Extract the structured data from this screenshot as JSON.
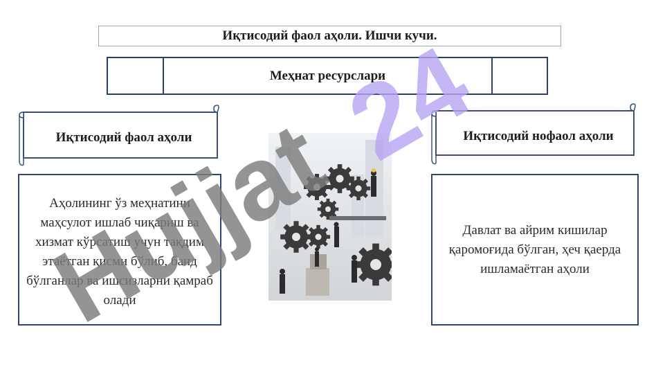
{
  "title": "Иқтисодий фаол аҳоли. Ишчи кучи.",
  "resources_header": "Меҳнат ресурслари",
  "left_heading": "Иқтисодий фаол аҳоли",
  "right_heading": "Иқтисодий нофаол аҳоли",
  "left_definition": "Аҳолининг ўз меҳнатини маҳсулот ишлаб чиқариш ва хизмат кўрсатиш учун тақдим этаётган қисми бўлиб, банд бўлганлар ва ишсизларни қамраб олади",
  "right_definition": "Давлат ва айрим кишилар қаромоғида бўлган, ҳеч қаерда ишламаётган аҳоли",
  "watermark_left": "Hujjat",
  "watermark_right": "24",
  "colors": {
    "border_dark": "#2a3f6a",
    "watermark_gray": "#8a8a8a",
    "watermark_purple": "#b9a8f0"
  }
}
